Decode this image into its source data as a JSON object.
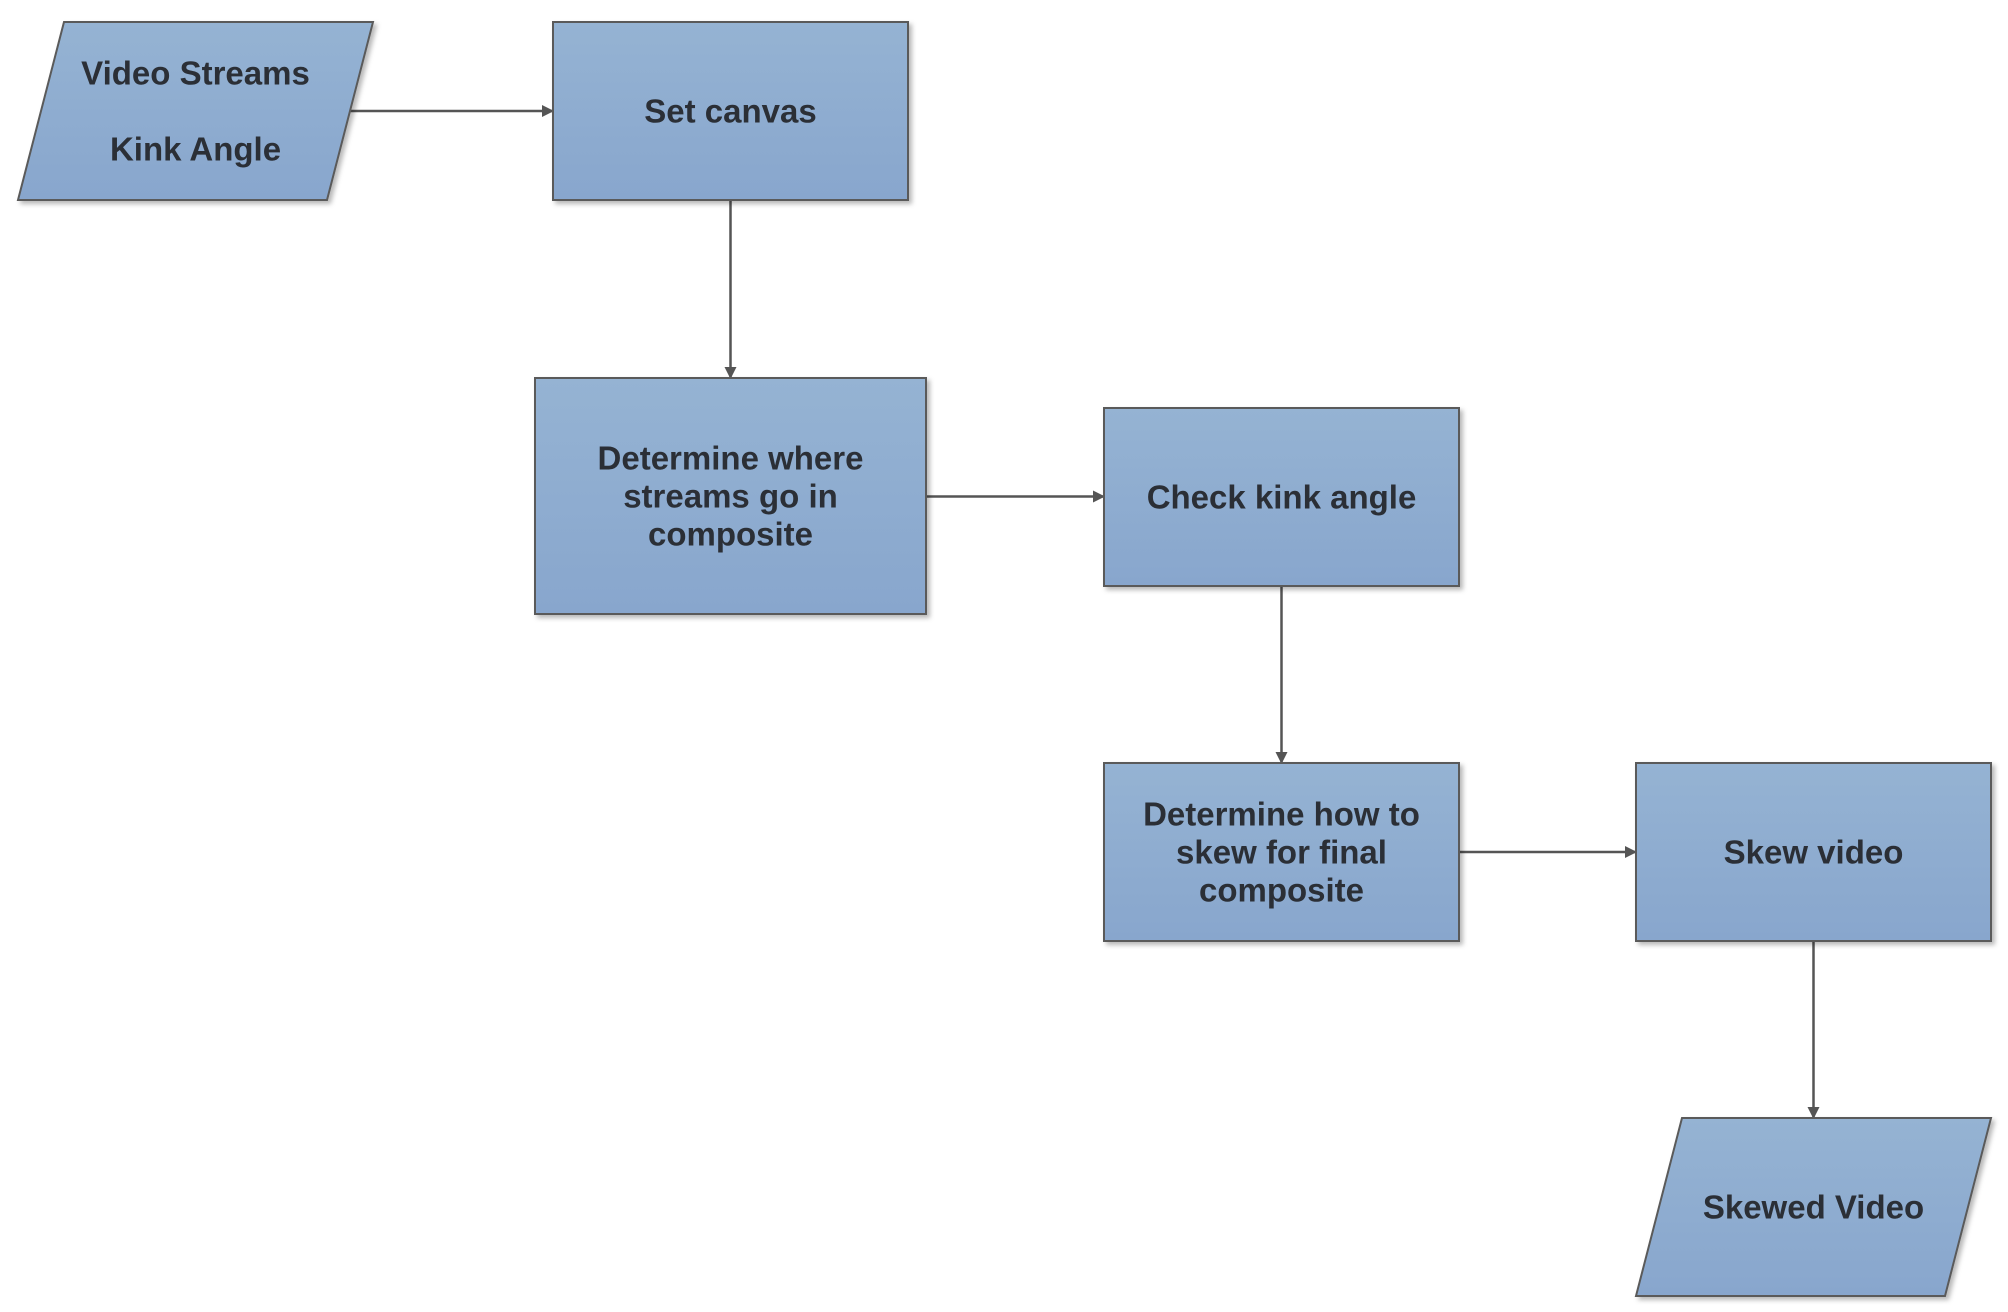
{
  "colors": {
    "node_fill_top": "#95b3d3",
    "node_fill_bottom": "#88a6cd",
    "node_stroke": "#5a5a5a",
    "connector": "#555555",
    "text": "#2b2f36"
  },
  "nodes": {
    "video_streams_input": {
      "shape": "parallelogram",
      "lines": [
        "Video Streams",
        "Kink Angle"
      ]
    },
    "set_canvas": {
      "shape": "rectangle",
      "lines": [
        "Set canvas"
      ]
    },
    "determine_stream_positions": {
      "shape": "rectangle",
      "lines": [
        "Determine where",
        "streams go in",
        "composite"
      ]
    },
    "check_kink_angle": {
      "shape": "rectangle",
      "lines": [
        "Check kink angle"
      ]
    },
    "determine_skew": {
      "shape": "rectangle",
      "lines": [
        "Determine how to",
        "skew for final",
        "composite"
      ]
    },
    "skew_video": {
      "shape": "rectangle",
      "lines": [
        "Skew video"
      ]
    },
    "skewed_video_output": {
      "shape": "parallelogram",
      "lines": [
        "Skewed Video"
      ]
    }
  },
  "edges": [
    {
      "from": "video_streams_input",
      "to": "set_canvas"
    },
    {
      "from": "set_canvas",
      "to": "determine_stream_positions"
    },
    {
      "from": "determine_stream_positions",
      "to": "check_kink_angle"
    },
    {
      "from": "check_kink_angle",
      "to": "determine_skew"
    },
    {
      "from": "determine_skew",
      "to": "skew_video"
    },
    {
      "from": "skew_video",
      "to": "skewed_video_output"
    }
  ]
}
